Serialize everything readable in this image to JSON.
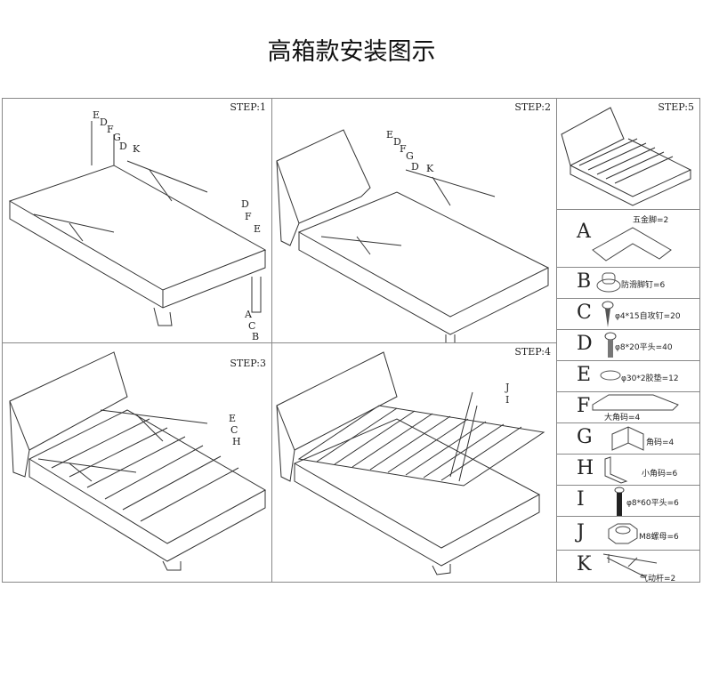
{
  "title": "高箱款安装图示",
  "steps": {
    "s1": {
      "label": "STEP:1",
      "markers": [
        "E",
        "D",
        "F",
        "G",
        "D",
        "K",
        "D",
        "F",
        "E",
        "A",
        "C",
        "B"
      ]
    },
    "s2": {
      "label": "STEP:2",
      "markers": [
        "E",
        "D",
        "F",
        "G",
        "D",
        "K"
      ]
    },
    "s3": {
      "label": "STEP:3",
      "markers": [
        "E",
        "C",
        "H"
      ]
    },
    "s4": {
      "label": "STEP:4",
      "markers": [
        "J",
        "I"
      ]
    },
    "s5": {
      "label": "STEP:5"
    }
  },
  "parts": [
    {
      "letter": "A",
      "name": "五金脚=2"
    },
    {
      "letter": "B",
      "name": "防滑脚钉=6"
    },
    {
      "letter": "C",
      "name": "φ4*15自攻钉=20"
    },
    {
      "letter": "D",
      "name": "φ8*20平头=40"
    },
    {
      "letter": "E",
      "name": "φ30*2胶垫=12"
    },
    {
      "letter": "F",
      "name": "大角码=4"
    },
    {
      "letter": "G",
      "name": "角码=4"
    },
    {
      "letter": "H",
      "name": "小角码=6"
    },
    {
      "letter": "I",
      "name": "φ8*60平头=6"
    },
    {
      "letter": "J",
      "name": "M8螺母=6"
    },
    {
      "letter": "K",
      "name": "气动杆=2"
    }
  ]
}
